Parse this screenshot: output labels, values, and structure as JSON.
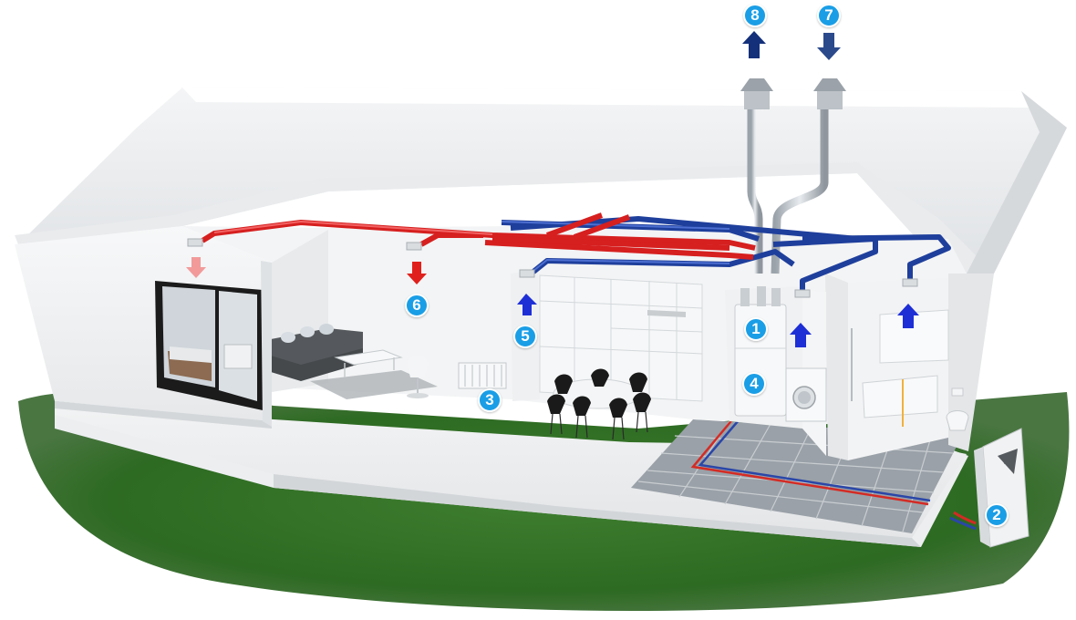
{
  "markers": [
    {
      "id": "1",
      "label": "1"
    },
    {
      "id": "2",
      "label": "2"
    },
    {
      "id": "3",
      "label": "3"
    },
    {
      "id": "4",
      "label": "4"
    },
    {
      "id": "5",
      "label": "5"
    },
    {
      "id": "6",
      "label": "6"
    },
    {
      "id": "7",
      "label": "7"
    },
    {
      "id": "8",
      "label": "8"
    }
  ],
  "colors": {
    "supply_duct": "#d61f1f",
    "extract_duct": "#1f3f9c",
    "extract_arrow": "#1e2fd6",
    "outdoor_air_arrow": "#2b4a8c",
    "exhaust_air_arrow": "#14307a",
    "supply_arrow": "#e0201c",
    "supply_arrow_light": "#f29a9a",
    "marker_fill": "#1a9ee6",
    "grass": "#2f6b25"
  }
}
